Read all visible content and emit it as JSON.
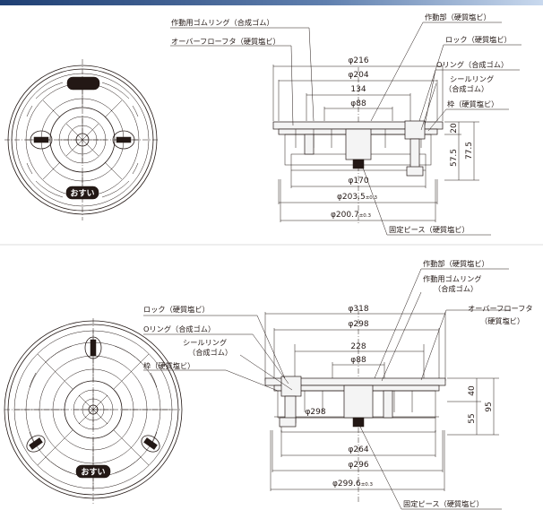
{
  "colors": {
    "banner_dark": "#1f3f73",
    "banner_light": "#c9d9ee",
    "ink": "#231815"
  },
  "cover_top": {
    "label": "おすい"
  },
  "cover_bottom": {
    "label": "おすい"
  },
  "section_top": {
    "labels": {
      "rubber_ring": "作動用ゴムリング（合成ゴム）",
      "overflow_lid": "オーバーフローフタ（硬質塩ビ）",
      "actuator": "作動部（硬質塩ビ）",
      "lock": "ロック（硬質塩ビ）",
      "o_ring": "Oリング（合成ゴム）",
      "seal_ring_1": "シールリング",
      "seal_ring_2": "（合成ゴム）",
      "frame": "枠（硬質塩ビ）",
      "fix_piece": "固定ピース（硬質塩ビ）"
    },
    "dims": {
      "d216": "φ216",
      "d204": "φ204",
      "d134": "134",
      "d88": "φ88",
      "h20": "20",
      "h575": "57.5",
      "h775": "77.5",
      "d170": "φ170",
      "d2035": "φ203.5",
      "d2035_tol": "±0.3",
      "d2007": "φ200.7",
      "d2007_tol": "±0.3"
    }
  },
  "section_bottom": {
    "labels": {
      "actuator": "作動部（硬質塩ビ）",
      "rubber_ring_1": "作動用ゴムリング",
      "rubber_ring_2": "（合成ゴム）",
      "lock": "ロック（硬質塩ビ）",
      "overflow_lid_1": "オーバーフローフタ",
      "overflow_lid_2": "（硬質塩ビ）",
      "o_ring": "Oリング（合成ゴム）",
      "seal_ring_1": "シールリング",
      "seal_ring_2": "（合成ゴム）",
      "frame": "枠（硬質塩ビ）",
      "fix_piece": "固定ピース（硬質塩ビ）"
    },
    "dims": {
      "d318": "φ318",
      "d298": "φ298",
      "d228": "228",
      "d88": "φ88",
      "h40": "40",
      "h55": "55",
      "h95": "95",
      "d298_inner": "φ298",
      "d264": "φ264",
      "d296": "φ296",
      "d2996": "φ299.6",
      "d2996_tol": "±0.3"
    }
  }
}
